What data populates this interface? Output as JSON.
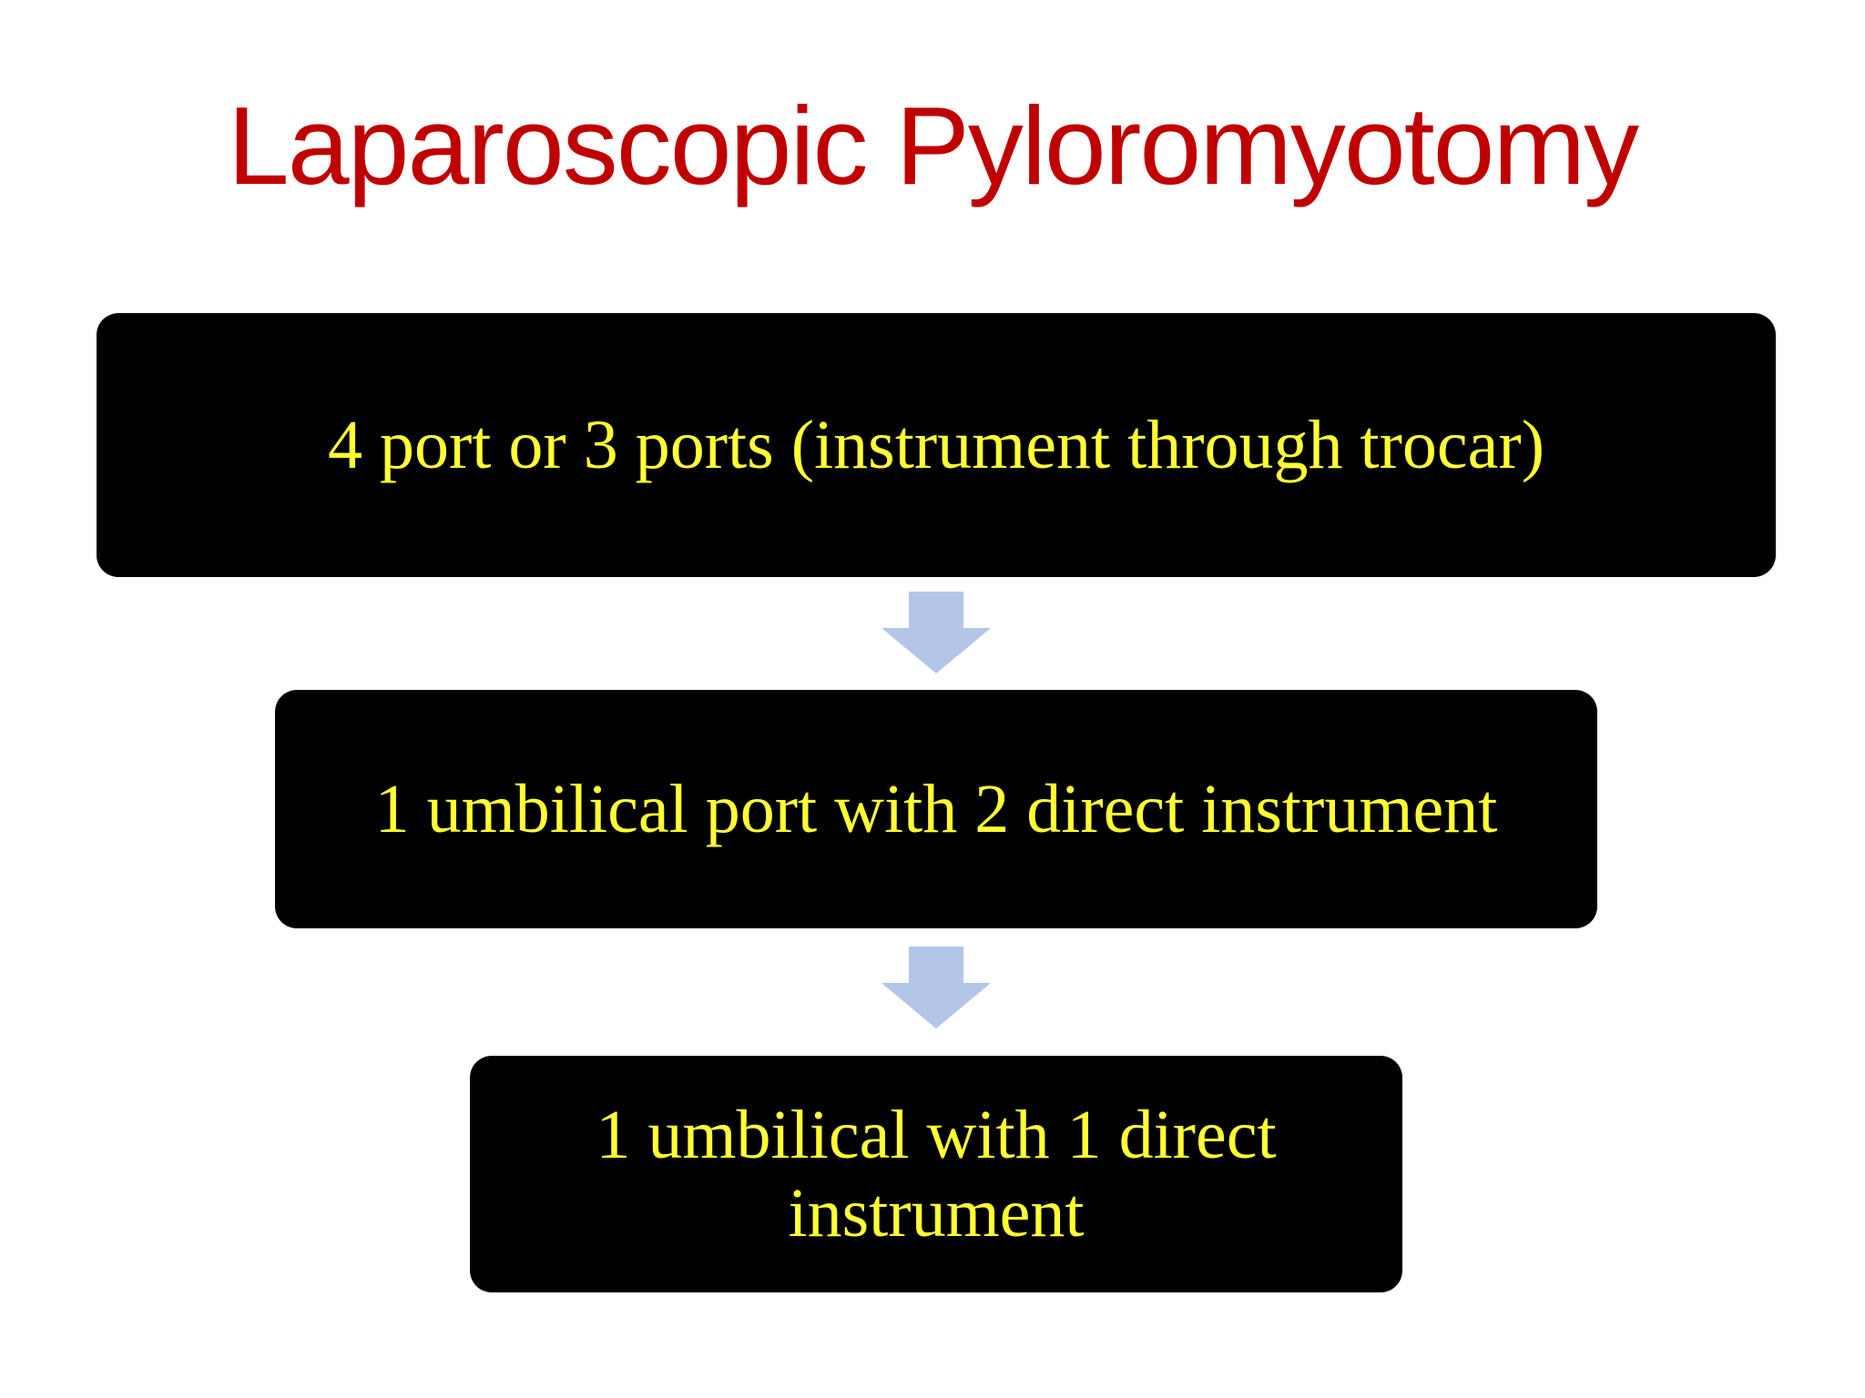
{
  "title": "Laparoscopic Pyloromyotomy",
  "colors": {
    "title": "#c00000",
    "box_background": "#000000",
    "box_text": "#ffff33",
    "arrow": "#b4c6e7"
  },
  "flow": {
    "steps": [
      {
        "text": "4 port or 3 ports (instrument through trocar)"
      },
      {
        "text": "1 umbilical port with 2 direct instrument"
      },
      {
        "text": "1 umbilical with 1 direct instrument"
      }
    ],
    "connector_icon": "down-arrow-icon"
  }
}
